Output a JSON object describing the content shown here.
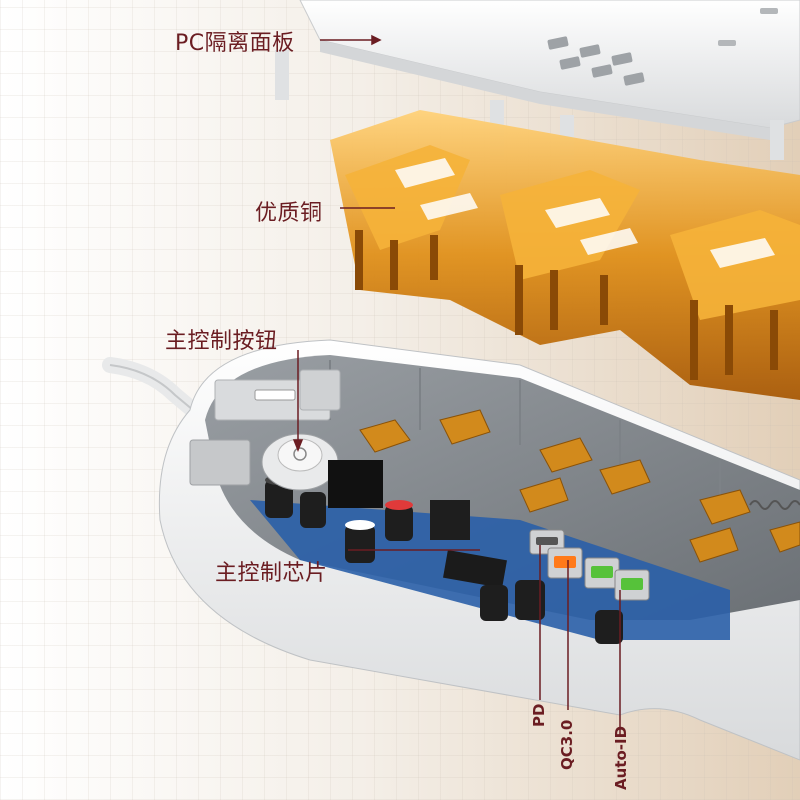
{
  "labels": {
    "pc_panel": "PC隔离面板",
    "copper": "优质铜",
    "main_button": "主控制按钮",
    "main_chip": "主控制芯片",
    "pd": "PD",
    "qc": "QC3.0",
    "auto_id": "Auto-ID"
  },
  "colors": {
    "label_text": "#6b1d22",
    "copper": "#d98a14",
    "shell": "#f2f2f2",
    "usb_green": "#56c23a",
    "usb_orange": "#ff7a1a"
  }
}
